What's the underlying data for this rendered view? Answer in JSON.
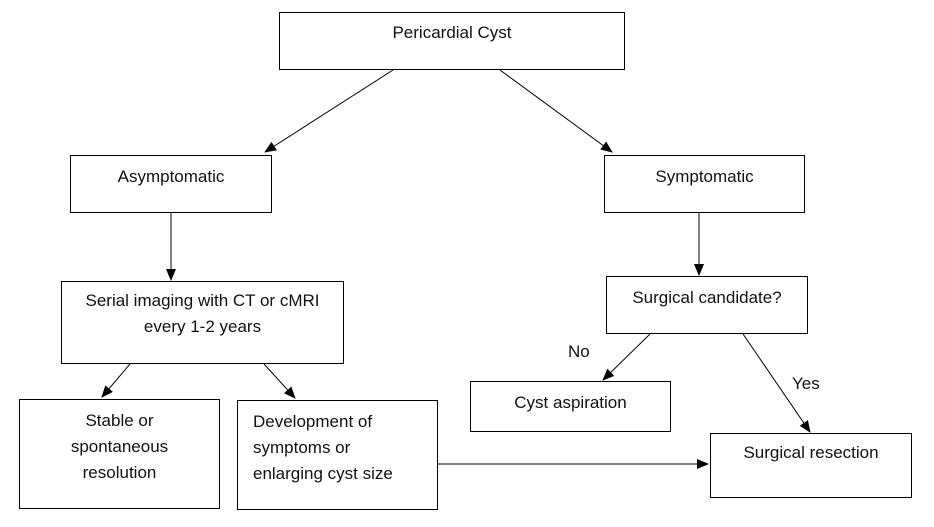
{
  "nodes": {
    "root": "Pericardial Cyst",
    "asymptomatic": "Asymptomatic",
    "symptomatic": "Symptomatic",
    "serial_imaging": "Serial imaging with CT or cMRI\nevery 1-2 years",
    "surgical_candidate": "Surgical candidate?",
    "stable": "Stable or\nspontaneous\nresolution",
    "development": "Development of\nsymptoms or\nenlarging cyst size",
    "cyst_aspiration": "Cyst aspiration",
    "surgical_resection": "Surgical resection"
  },
  "edge_labels": {
    "no": "No",
    "yes": "Yes"
  }
}
